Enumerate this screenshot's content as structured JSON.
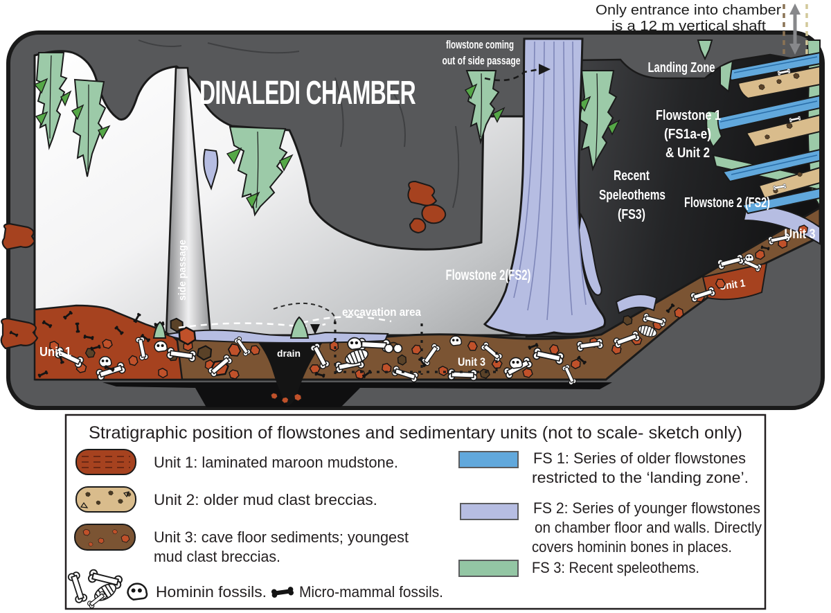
{
  "annotation": {
    "line1": "Only entrance into chamber",
    "line2": "is a 12 m vertical shaft"
  },
  "diagram": {
    "title": "DINALEDI CHAMBER",
    "labels": {
      "flowstone_note_l1": "flowstone coming",
      "flowstone_note_l2": "out of side passage",
      "landing_zone": "Landing Zone",
      "fs1_l1": "Flowstone 1",
      "fs1_l2": "(FS1a-e)",
      "fs1_l3": "& Unit 2",
      "recent_l1": "Recent",
      "recent_l2": "Speleothems",
      "recent_l3": "(FS3)",
      "fs2_right": "Flowstone 2 (FS2)",
      "fs2_center": "Flowstone 2(FS2)",
      "unit3_slope": "Unit 3",
      "unit1_slope": "Unit 1",
      "unit1_floor": "Unit 1",
      "unit3_floor": "Unit 3",
      "side_passage": "side passage",
      "excavation_area": "excavation area",
      "drain": "drain"
    }
  },
  "legend": {
    "title": "Stratigraphic position of flowstones and sedimentary units (not to scale- sketch only)",
    "unit1_label": "Unit 1: laminated maroon mudstone.",
    "unit2_label": "Unit 2: older mud clast breccias.",
    "unit3_label_l1": "Unit 3: cave floor sediments;  youngest",
    "unit3_label_l2": "mud clast breccias.",
    "hominin_label": "Hominin fossils.",
    "micromammal_label": "Micro-mammal fossils.",
    "fs1_l1": "FS 1: Series of older flowstones",
    "fs1_l2": "restricted to the ‘landing zone’.",
    "fs2_l1": "FS 2: Series of younger flowstones",
    "fs2_l2": "on chamber floor and walls. Directly",
    "fs2_l3": "covers hominin bones in places.",
    "fs3_l1": "FS 3: Recent speleothems."
  },
  "colors": {
    "cave_rock": "#57585a",
    "outline": "#1a1a1a",
    "unit1_maroon": "#a6421f",
    "unit2_tan": "#d9bc8c",
    "unit3_brown": "#7b5433",
    "fs1_blue": "#61a8dc",
    "fs2_lavender": "#b6bde2",
    "fs3_green": "#9ccaa8",
    "fs3_green_accent": "#55a847",
    "clast_orange": "#c0512a",
    "legend_text": "#231f20"
  }
}
